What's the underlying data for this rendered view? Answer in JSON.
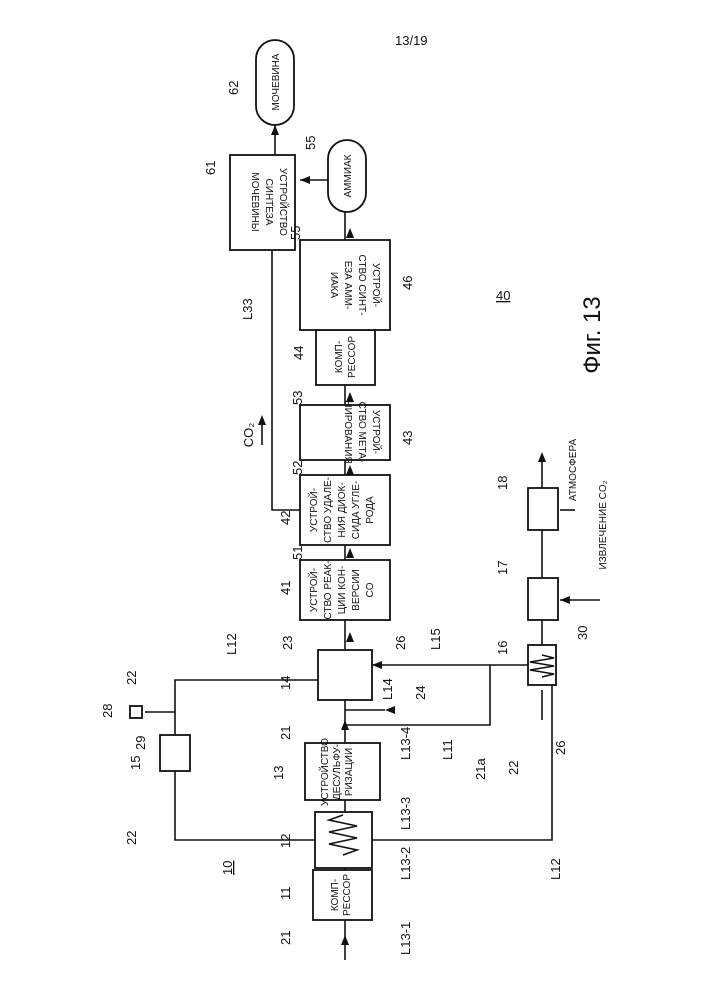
{
  "page_number": "13/19",
  "figure_label": "Фиг. 13",
  "refs": {
    "system": "40",
    "subsystem": "10"
  },
  "blocks": {
    "b11": [
      "КОМП-",
      "РЕССОР"
    ],
    "b13": [
      "УСТРОЙСТВО",
      "ДЕСУЛЬФУ-",
      "РИЗАЦИИ"
    ],
    "b41": [
      "УСТРОЙ-",
      "СТВО РЕАК-",
      "ЦИИ КОН-",
      "ВЕРСИИ",
      "CO"
    ],
    "b42": [
      "УСТРОЙ-",
      "СТВО УДАЛЕ-",
      "НИЯ ДИОК-",
      "СИДА УГЛЕ-",
      "РОДА"
    ],
    "b43": [
      "УСТРОЙ-",
      "СТВО МЕТА-",
      "НИРОВАНИЯ"
    ],
    "b44": [
      "КОМП-",
      "РЕССОР"
    ],
    "b46": [
      "УСТРОЙ-",
      "СТВО СИНТ-",
      "ЕЗА АММ-",
      "ИАКА"
    ],
    "b61": [
      "УСТРОЙСТВО",
      "СИНТЕЗА",
      "МОЧЕВИНЫ"
    ]
  },
  "products": {
    "ammonia": "АММИАК",
    "urea": "МОЧЕВИНА",
    "atmosphere": "АТМОСФЕРА",
    "co2_recovery": "ИЗВЛЕЧЕНИЕ CO₂",
    "co2_flow": "CO₂"
  },
  "numbers": {
    "n11": "11",
    "n12": "12",
    "n13": "13",
    "n14": "14",
    "n15": "15",
    "n16": "16",
    "n17": "17",
    "n18": "18",
    "n21a": "21",
    "n21b": "21",
    "n21c": "21a",
    "n22a": "22",
    "n22b": "22",
    "n22c": "22",
    "n23": "23",
    "n24": "24",
    "n26a": "26",
    "n26b": "26",
    "n28": "28",
    "n29": "29",
    "n30": "30",
    "n41": "41",
    "n42": "42",
    "n43": "43",
    "n44": "44",
    "n46": "46",
    "n51": "51",
    "n52": "52",
    "n53": "53",
    "n55a": "55",
    "n55b": "55",
    "n61": "61",
    "n62": "62"
  },
  "lines": {
    "L13_1": "L13-1",
    "L13_2": "L13-2",
    "L13_3": "L13-3",
    "L13_4": "L13-4",
    "L14": "L14",
    "L11": "L11",
    "L12a": "L12",
    "L12b": "L12",
    "L15": "L15",
    "L33": "L33"
  }
}
